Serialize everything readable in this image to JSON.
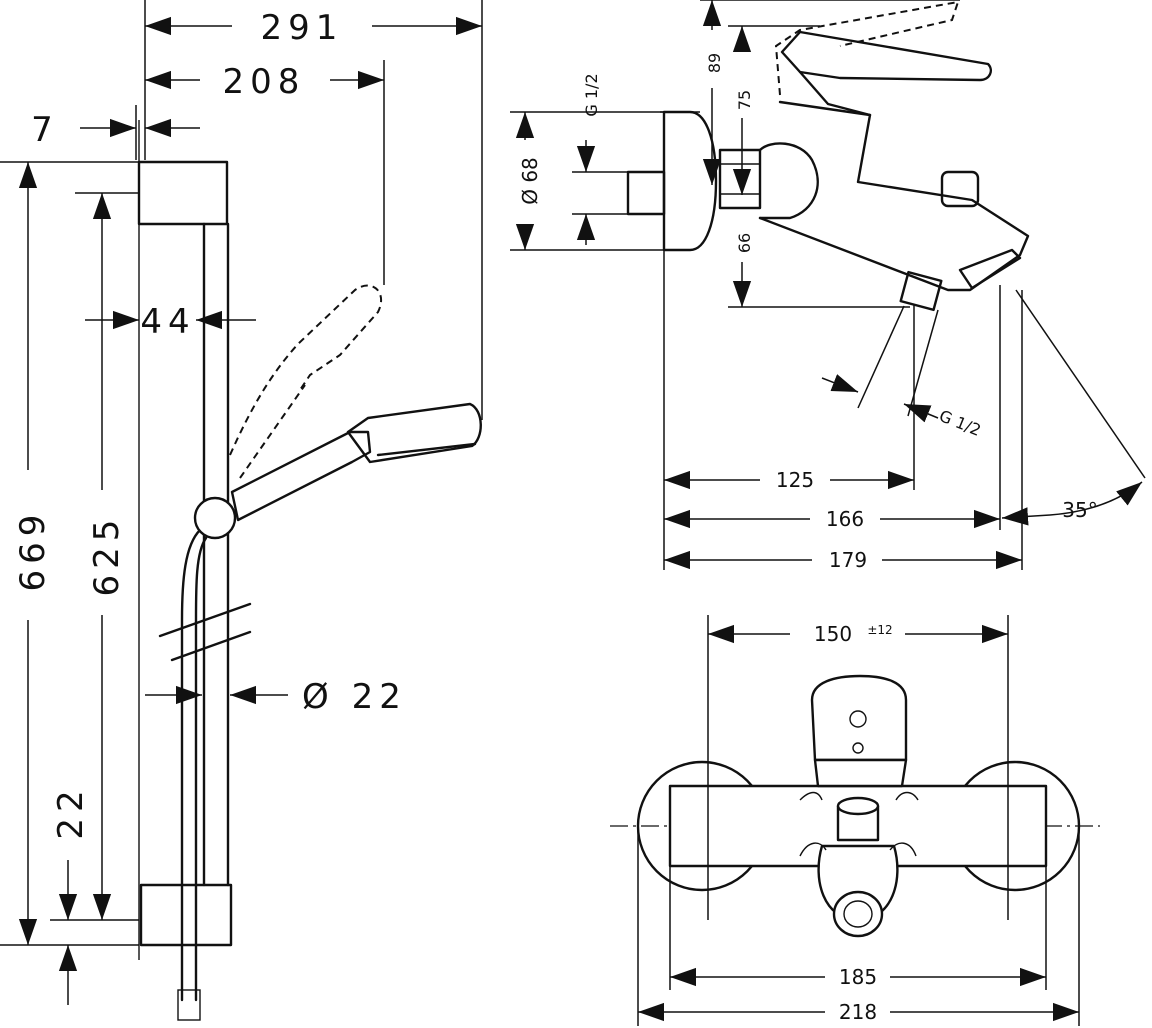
{
  "diagram": {
    "shower_set": {
      "dim_overall_width": "291",
      "dim_rail_to_head": "208",
      "dim_wall_offset": "7",
      "dim_rail_offset": "44",
      "dim_total_height": "669",
      "dim_rail_length": "625",
      "dim_bottom": "22",
      "dim_rail_diameter": "Ø 22"
    },
    "mixer_side": {
      "dim_89": "89",
      "dim_75": "75",
      "dim_66": "66",
      "dim_d68": "Ø 68",
      "thread_inlet": "G 1/2",
      "thread_outlet": "G 1/2",
      "dim_125": "125",
      "dim_166": "166",
      "dim_179": "179",
      "angle": "35°"
    },
    "mixer_front": {
      "dim_150": "150",
      "dim_150_tol": "±12",
      "dim_185": "185",
      "dim_218": "218"
    }
  }
}
